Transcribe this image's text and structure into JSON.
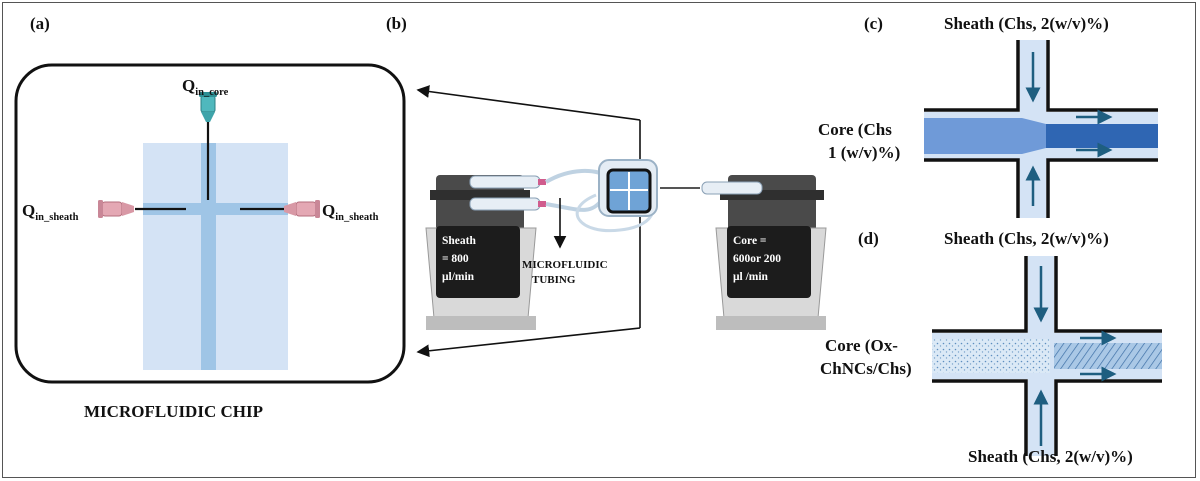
{
  "panels": {
    "a": "(a)",
    "b": "(b)",
    "c": "(c)",
    "d": "(d)"
  },
  "chip": {
    "caption": "MICROFLUIDIC CHIP",
    "q_core_main": "Q",
    "q_core_sub": "in_core",
    "q_sheath_main": "Q",
    "q_sheath_sub": "in_sheath"
  },
  "setup": {
    "sheath_pump_lines": [
      "Sheath",
      "= 800",
      "μl/min"
    ],
    "core_pump_lines": [
      "Core =",
      "600or 200",
      "μl /min"
    ],
    "tubing_lines": [
      "MICROFLUIDIC",
      "TUBING"
    ]
  },
  "panel_c": {
    "sheath_top": "Sheath (Chs, 2(w/v)%)",
    "core_lines": [
      "Core (Chs",
      "1 (w/v)%)"
    ]
  },
  "panel_d": {
    "sheath_top": "Sheath (Chs, 2(w/v)%)",
    "core_lines": [
      "Core (Ox-",
      "ChNCs/Chs)"
    ],
    "sheath_bottom": "Sheath (Chs, 2(w/v)%)"
  },
  "colors": {
    "chip_bg": "#d4e3f5",
    "channel": "#9fc5e6",
    "core_fluid": "#6f9ad8",
    "core_dark": "#2f66b3",
    "arrow": "#1e5e80",
    "pump_body": "#3a3a3a"
  }
}
